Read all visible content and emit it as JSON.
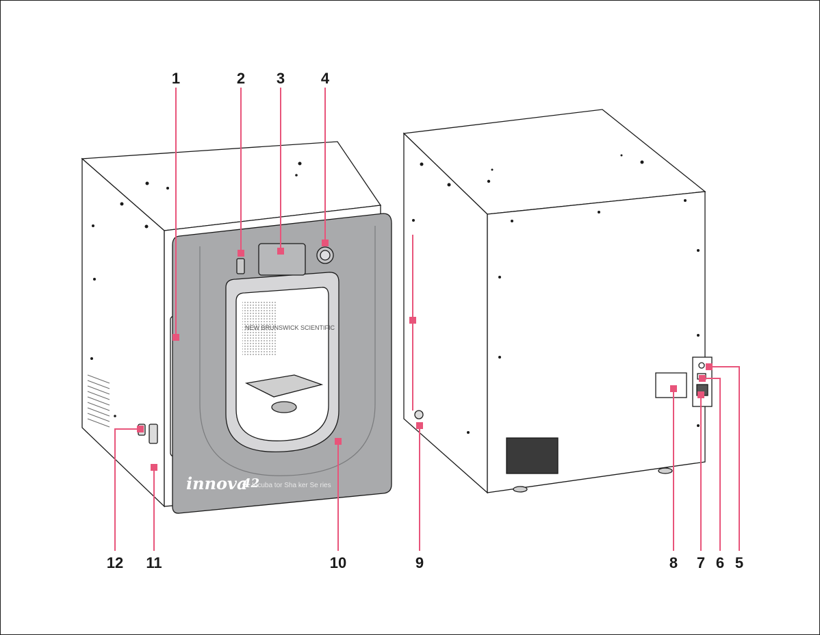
{
  "callouts": [
    {
      "id": "c1",
      "label": "1"
    },
    {
      "id": "c2",
      "label": "2"
    },
    {
      "id": "c3",
      "label": "3"
    },
    {
      "id": "c4",
      "label": "4"
    },
    {
      "id": "c5",
      "label": "5"
    },
    {
      "id": "c6",
      "label": "6"
    },
    {
      "id": "c7",
      "label": "7"
    },
    {
      "id": "c8",
      "label": "8"
    },
    {
      "id": "c9",
      "label": "9"
    },
    {
      "id": "c10",
      "label": "10"
    },
    {
      "id": "c11",
      "label": "11"
    },
    {
      "id": "c12",
      "label": "12"
    }
  ],
  "front_unit": {
    "brand_name": "innova",
    "model_number": "42",
    "series_text": "Incuba tor Sha ker Se ries",
    "interior_text": "NEW BRUNSWICK SCIENTIFIC"
  },
  "colors": {
    "callout": "#e8547a",
    "door": "#a9aaac",
    "outline": "#1a1a1a"
  }
}
